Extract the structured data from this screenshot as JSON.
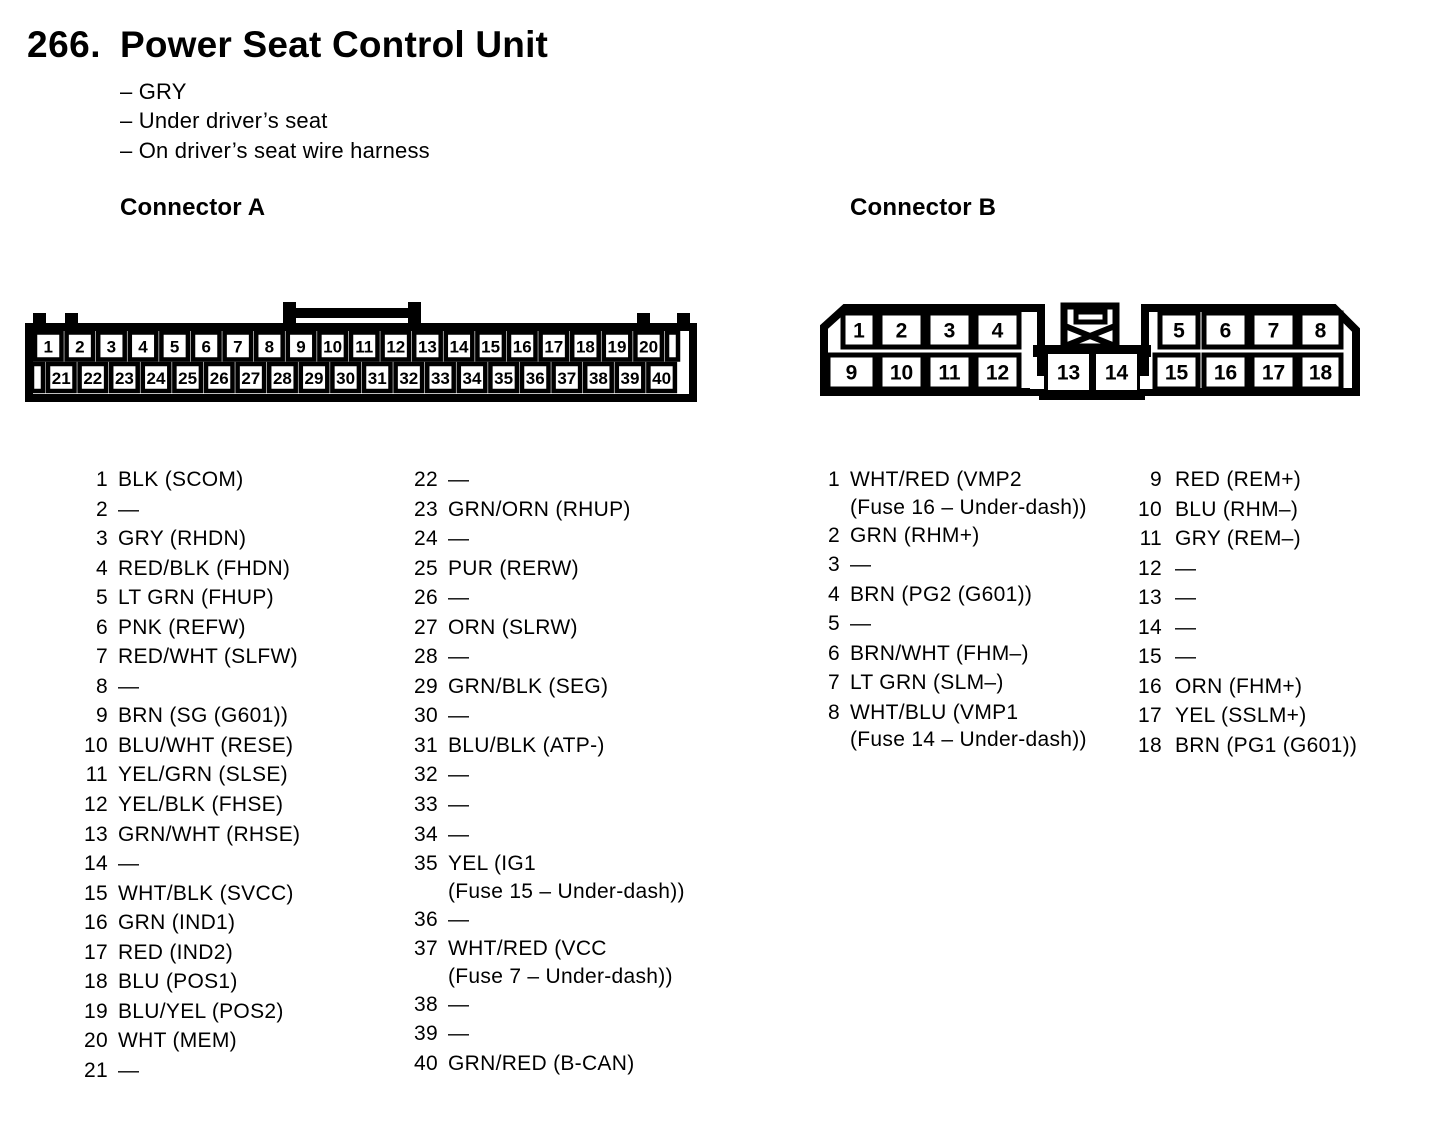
{
  "colors": {
    "ink": "#000000",
    "paper": "#ffffff"
  },
  "page": {
    "number": "266.",
    "title": "Power Seat Control Unit",
    "notes": [
      "– GRY",
      "– Under driver’s seat",
      "– On driver’s seat wire harness"
    ]
  },
  "connector_a": {
    "heading": "Connector A",
    "diagram": {
      "top_row_pins": [
        "1",
        "2",
        "3",
        "4",
        "5",
        "6",
        "7",
        "8",
        "9",
        "10",
        "11",
        "12",
        "13",
        "14",
        "15",
        "16",
        "17",
        "18",
        "19",
        "20"
      ],
      "bottom_row_pins": [
        "21",
        "22",
        "23",
        "24",
        "25",
        "26",
        "27",
        "28",
        "29",
        "30",
        "31",
        "32",
        "33",
        "34",
        "35",
        "36",
        "37",
        "38",
        "39",
        "40"
      ]
    },
    "pins_col1": [
      {
        "n": "1",
        "t": "BLK (SCOM)"
      },
      {
        "n": "2",
        "t": "—"
      },
      {
        "n": "3",
        "t": "GRY (RHDN)"
      },
      {
        "n": "4",
        "t": "RED/BLK (FHDN)"
      },
      {
        "n": "5",
        "t": "LT GRN (FHUP)"
      },
      {
        "n": "6",
        "t": "PNK (REFW)"
      },
      {
        "n": "7",
        "t": "RED/WHT (SLFW)"
      },
      {
        "n": "8",
        "t": "—"
      },
      {
        "n": "9",
        "t": "BRN (SG (G601))"
      },
      {
        "n": "10",
        "t": "BLU/WHT (RESE)"
      },
      {
        "n": "11",
        "t": "YEL/GRN (SLSE)"
      },
      {
        "n": "12",
        "t": "YEL/BLK (FHSE)"
      },
      {
        "n": "13",
        "t": "GRN/WHT (RHSE)"
      },
      {
        "n": "14",
        "t": "—"
      },
      {
        "n": "15",
        "t": "WHT/BLK (SVCC)"
      },
      {
        "n": "16",
        "t": "GRN (IND1)"
      },
      {
        "n": "17",
        "t": "RED (IND2)"
      },
      {
        "n": "18",
        "t": "BLU (POS1)"
      },
      {
        "n": "19",
        "t": "BLU/YEL (POS2)"
      },
      {
        "n": "20",
        "t": "WHT (MEM)"
      },
      {
        "n": "21",
        "t": "—"
      }
    ],
    "pins_col2": [
      {
        "n": "22",
        "t": "—"
      },
      {
        "n": "23",
        "t": "GRN/ORN (RHUP)"
      },
      {
        "n": "24",
        "t": "—"
      },
      {
        "n": "25",
        "t": "PUR (RERW)"
      },
      {
        "n": "26",
        "t": "—"
      },
      {
        "n": "27",
        "t": "ORN (SLRW)"
      },
      {
        "n": "28",
        "t": "—"
      },
      {
        "n": "29",
        "t": "GRN/BLK (SEG)"
      },
      {
        "n": "30",
        "t": "—"
      },
      {
        "n": "31",
        "t": "BLU/BLK (ATP-)"
      },
      {
        "n": "32",
        "t": "—"
      },
      {
        "n": "33",
        "t": "—"
      },
      {
        "n": "34",
        "t": "—"
      },
      {
        "n": "35",
        "t": "YEL (IG1",
        "t2": "(Fuse 15 – Under-dash))"
      },
      {
        "n": "36",
        "t": "—"
      },
      {
        "n": "37",
        "t": "WHT/RED (VCC",
        "t2": "(Fuse 7 – Under-dash))"
      },
      {
        "n": "38",
        "t": "—"
      },
      {
        "n": "39",
        "t": "—"
      },
      {
        "n": "40",
        "t": "GRN/RED (B-CAN)"
      }
    ]
  },
  "connector_b": {
    "heading": "Connector B",
    "diagram": {
      "left_top": [
        "1",
        "2",
        "3",
        "4"
      ],
      "left_bottom": [
        "9",
        "10",
        "11",
        "12"
      ],
      "middle_bottom": [
        "13",
        "14"
      ],
      "right_top": [
        "5",
        "6",
        "7",
        "8"
      ],
      "right_bottom": [
        "15",
        "16",
        "17",
        "18"
      ]
    },
    "pins_col1": [
      {
        "n": "1",
        "t": "WHT/RED (VMP2",
        "t2": "(Fuse 16 – Under-dash))"
      },
      {
        "n": "2",
        "t": "GRN (RHM+)"
      },
      {
        "n": "3",
        "t": "—"
      },
      {
        "n": "4",
        "t": "BRN (PG2 (G601))"
      },
      {
        "n": "5",
        "t": "—"
      },
      {
        "n": "6",
        "t": "BRN/WHT (FHM–)"
      },
      {
        "n": "7",
        "t": "LT GRN (SLM–)"
      },
      {
        "n": "8",
        "t": "WHT/BLU (VMP1",
        "t2": "(Fuse 14 – Under-dash))"
      }
    ],
    "pins_col2": [
      {
        "n": "9",
        "t": "RED (REM+)"
      },
      {
        "n": "10",
        "t": "BLU (RHM–)"
      },
      {
        "n": "11",
        "t": "GRY (REM–)"
      },
      {
        "n": "12",
        "t": "—"
      },
      {
        "n": "13",
        "t": "—"
      },
      {
        "n": "14",
        "t": "—"
      },
      {
        "n": "15",
        "t": "—"
      },
      {
        "n": "16",
        "t": "ORN (FHM+)"
      },
      {
        "n": "17",
        "t": "YEL (SSLM+)"
      },
      {
        "n": "18",
        "t": "BRN (PG1 (G601))"
      }
    ]
  }
}
